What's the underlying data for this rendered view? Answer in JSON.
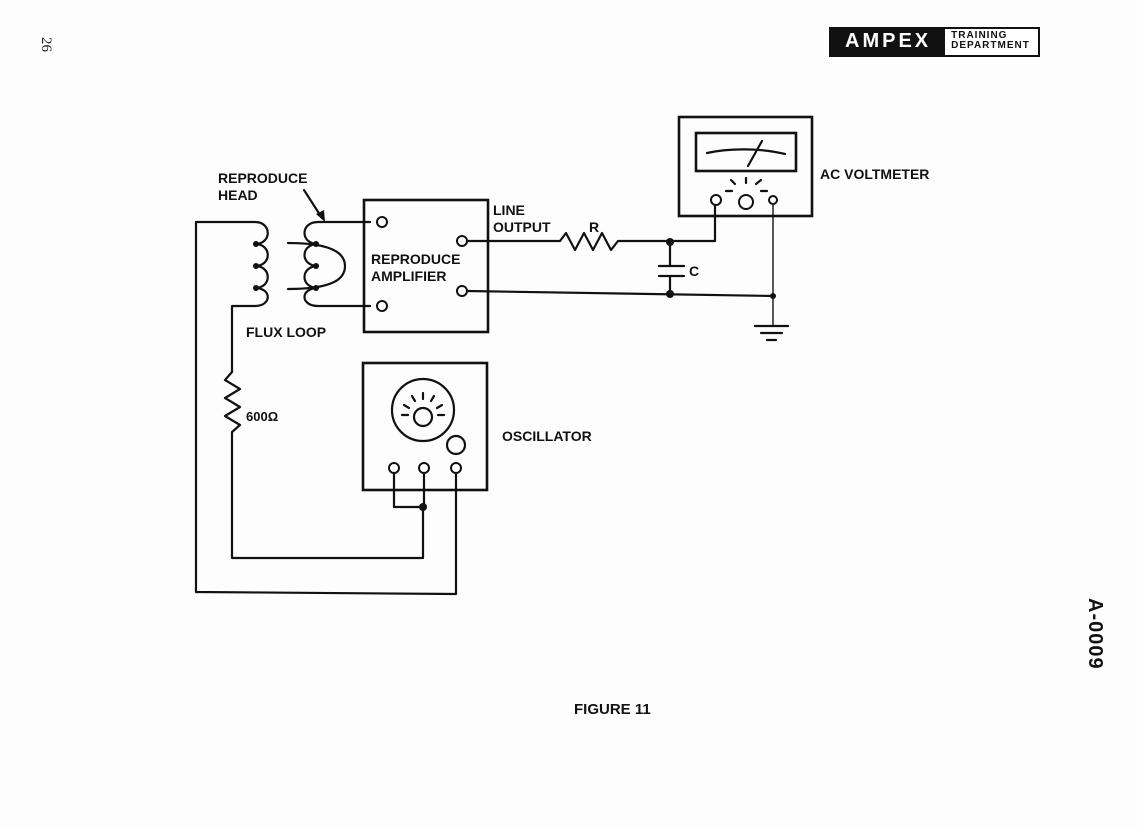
{
  "header": {
    "page_number": "26",
    "brand_name": "AMPEX",
    "brand_department_line1": "TRAINING",
    "brand_department_line2": "DEPARTMENT"
  },
  "diagram": {
    "labels": {
      "reproduce_head_line1": "REPRODUCE",
      "reproduce_head_line2": "HEAD",
      "flux_loop": "FLUX LOOP",
      "reproduce_amplifier_line1": "REPRODUCE",
      "reproduce_amplifier_line2": "AMPLIFIER",
      "line_output_line1": "LINE",
      "line_output_line2": "OUTPUT",
      "resistor_r": "R",
      "capacitor_c": "C",
      "ac_voltmeter": "AC VOLTMETER",
      "resistor_600": "600Ω",
      "oscillator": "OSCILLATOR"
    },
    "components": [
      "reproduce-head",
      "flux-loop",
      "reproduce-amplifier",
      "resistor-r",
      "capacitor-c",
      "ac-voltmeter",
      "ground",
      "resistor-600-ohm",
      "oscillator"
    ]
  },
  "footer": {
    "figure_caption": "FIGURE 11",
    "document_code": "A-0009"
  }
}
